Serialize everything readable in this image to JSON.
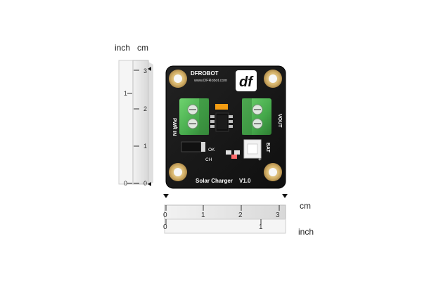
{
  "units": {
    "inch": "inch",
    "cm": "cm"
  },
  "vertical_ruler": {
    "cm_ticks": [
      "0",
      "1",
      "2",
      "3"
    ],
    "inch_ticks": [
      "0",
      "1"
    ]
  },
  "horizontal_ruler": {
    "cm_ticks": [
      "0",
      "1",
      "2",
      "3"
    ],
    "inch_ticks": [
      "0",
      "1"
    ]
  },
  "board": {
    "brand": "DFROBOT",
    "website": "www.DFRobot.com",
    "logo_letters": "df",
    "title": "Solar Charger",
    "version": "V1.0",
    "label_pwr_in": "PWR IN",
    "label_plus": "+",
    "label_vout": "VOUT",
    "label_bat": "BAT",
    "label_ok": "OK",
    "label_ch": "CH"
  },
  "colors": {
    "pcb": "#151515",
    "terminal_green": "#4caf50",
    "terminal_green_dark": "#2e7d32",
    "pad_gold": "#d7b56d",
    "ruler_gray": "#e9e9e9",
    "ruler_shadow": "#bdbdbd"
  }
}
